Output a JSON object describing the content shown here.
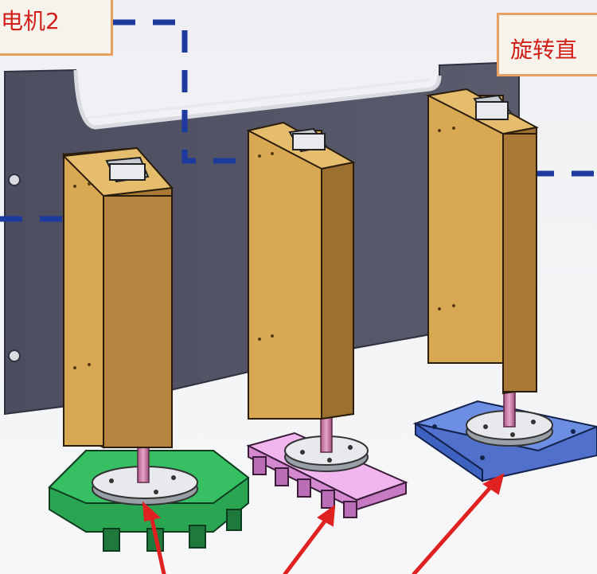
{
  "callouts": {
    "left": "电机2",
    "right": "旋转直"
  },
  "parts": [
    {
      "name": "tool-fixture-1",
      "base_color": "#2bb055"
    },
    {
      "name": "tool-fixture-2",
      "base_color": "#e7a3e3"
    },
    {
      "name": "tool-fixture-3",
      "base_color": "#5a7fd6"
    }
  ],
  "colors": {
    "plate": "#4f5163",
    "wood_front": "#d6a651",
    "wood_side": "#a87a35",
    "arrow": "#e02121",
    "dash": "#1d3a9e",
    "callout_border": "#e8a060",
    "callout_text": "#d2201a"
  }
}
